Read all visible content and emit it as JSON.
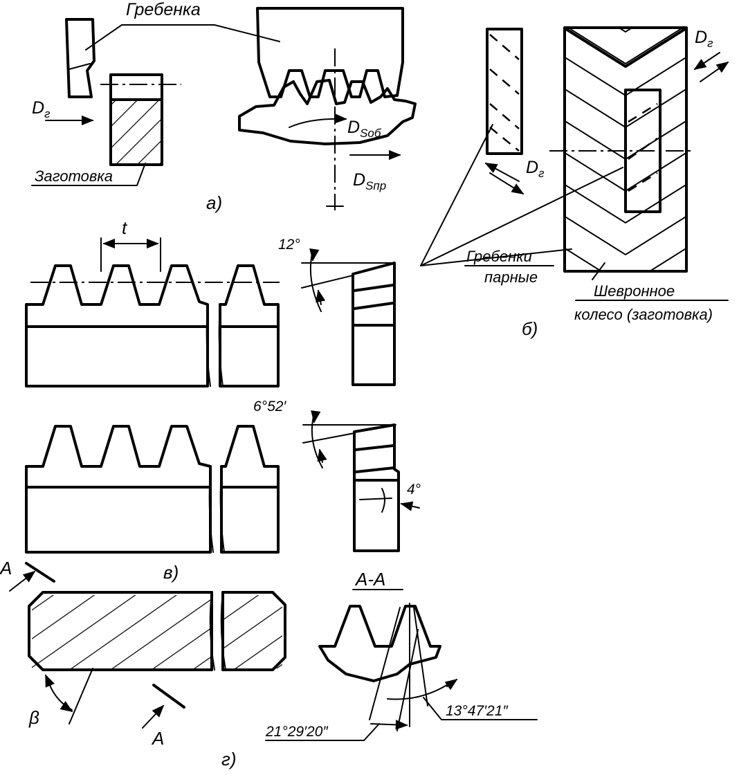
{
  "labels": {
    "grebenka": "Гребенка",
    "zagotovka": "Заготовка",
    "dg": "D",
    "dg_sub": "г",
    "ds_ob": "D",
    "ds_ob_sub": "Sоб",
    "ds_pr": "D",
    "ds_pr_sub": "Sпр",
    "grebenki_line1": "Гребенки",
    "grebenki_line2": "парные",
    "shevron_line1": "Шевронное",
    "shevron_line2": "колесо (заготовка)",
    "pitch_t": "t",
    "section": "А-А",
    "section_mark": "А",
    "beta": "β"
  },
  "angles": {
    "a12": "12°",
    "a652": "6°52′",
    "a4": "4°",
    "a212920": "21°29′20″",
    "a134721": "13°47′21″"
  },
  "captions": {
    "a": "а)",
    "b": "б)",
    "v": "в)",
    "g": "г)"
  }
}
